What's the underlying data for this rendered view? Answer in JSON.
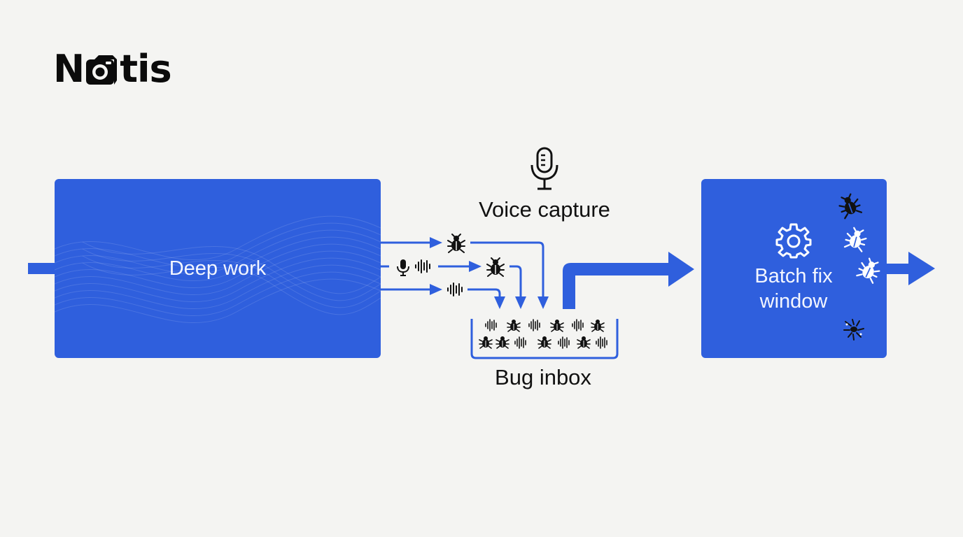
{
  "logo": {
    "text_before": "N",
    "text_after": "tis",
    "mark": "camera-o-icon"
  },
  "stages": {
    "deep_work": "Deep work",
    "voice_capture": "Voice capture",
    "bug_inbox": "Bug inbox",
    "batch_fix_line1": "Batch fix",
    "batch_fix_line2": "window"
  },
  "icons": {
    "voice": "microphone-icon",
    "bug": "bug-icon",
    "audio": "waveform-icon",
    "settings": "gear-icon"
  },
  "colors": {
    "accent": "#2f5fdd",
    "background": "#f4f4f2",
    "text": "#111111"
  }
}
